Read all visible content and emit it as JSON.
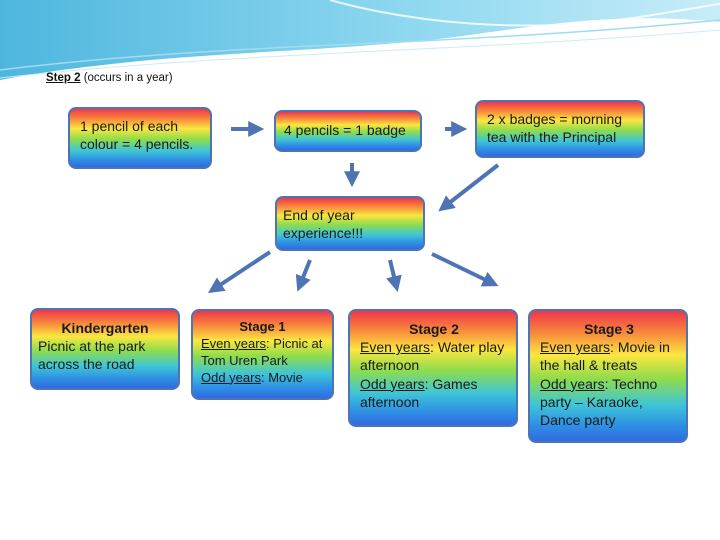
{
  "heading": {
    "step": "Step 2",
    "note": " (occurs in a year)"
  },
  "row1": {
    "b1": "1 pencil of each colour = 4 pencils.",
    "b2": "4 pencils = 1 badge",
    "b3": "2 x badges = morning tea with the Principal"
  },
  "middle": {
    "label": "End of year experience!!!"
  },
  "kinder": {
    "title": "Kindergarten",
    "text": "Picnic at the park across the road"
  },
  "stage1": {
    "title": "Stage 1",
    "even_label": "Even years",
    "even_text": ": Picnic at Tom Uren Park",
    "odd_label": "Odd years",
    "odd_text": ": Movie"
  },
  "stage2": {
    "title": "Stage 2",
    "even_label": "Even years",
    "even_text": ": Water play afternoon",
    "odd_label": "Odd years",
    "odd_text": ": Games afternoon"
  },
  "stage3": {
    "title": "Stage 3",
    "even_label": "Even years",
    "even_text": ": Movie in the hall & treats",
    "odd_label": "Odd years",
    "odd_text": ": Techno party – Karaoke, Dance party"
  },
  "colors": {
    "arrow": "#4f74b4",
    "border": "#4f74b4",
    "decor": "#57c3e6"
  }
}
